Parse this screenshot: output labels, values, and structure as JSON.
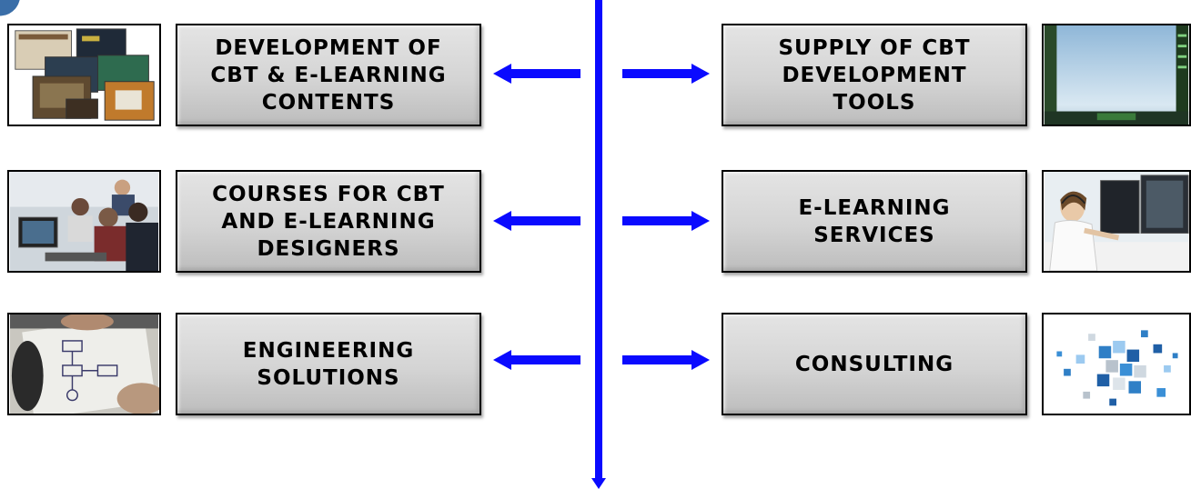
{
  "colors": {
    "connector": "#0a0aff",
    "box_fill": "#d4d4d4",
    "box_border": "#000000",
    "text": "#000000"
  },
  "left_items": [
    {
      "label": "DEVELOPMENT OF\nCBT & E-LEARNING\nCONTENTS",
      "icon": "software-screens-image"
    },
    {
      "label": "COURSES FOR CBT\nAND E-LEARNING\nDESIGNERS",
      "icon": "team-at-computer-image"
    },
    {
      "label": "ENGINEERING\nSOLUTIONS",
      "icon": "flowchart-sketch-image"
    }
  ],
  "right_items": [
    {
      "label": "SUPPLY OF CBT\nDEVELOPMENT\nTOOLS",
      "icon": "simulation-screen-image"
    },
    {
      "label": "E-LEARNING\nSERVICES",
      "icon": "support-operator-image"
    },
    {
      "label": "CONSULTING",
      "icon": "cube-network-image"
    }
  ]
}
